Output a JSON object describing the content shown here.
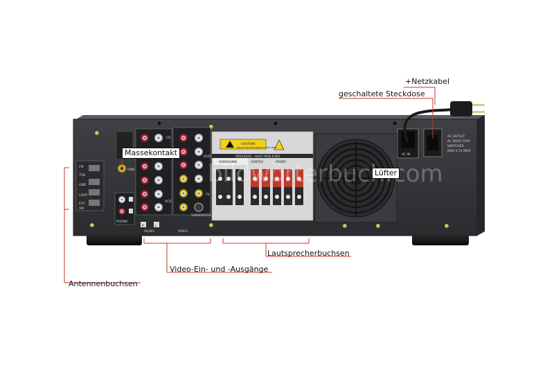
{
  "labels": {
    "netzkabel": "Netzkabel",
    "steckdose": "geschaltete Steckdose",
    "massekontakt": "Massekontakt",
    "luefter": "Lüfter",
    "lautsprecherbuchsen": "Lautsprecherbuchsen",
    "video": "Video-Ein- und -Ausgänge",
    "antennenbuchsen": "Antennenbuchsen"
  },
  "panel_text": {
    "cd": "CD",
    "vcr": "VCR",
    "tv": "TV",
    "phono": "PHONO",
    "gnd": "GND",
    "audio": "AUDIO",
    "video": "VIDEO",
    "dvd": "DVD",
    "subwoofer": "SUBWOOFER",
    "caution": "CAUTION",
    "caution_sub": "RISK OF ELECTRIC SHOCK DO NOT OPEN",
    "speakers": "SPEAKERS - HAUT-PARLEURS",
    "surround": "SURROUND",
    "center": "CENTER",
    "front": "FRONT",
    "ac_in": "AC IN",
    "ac_outlet": "AC OUTLET",
    "ac_outlet_spec1": "AC 60HZ 120V",
    "ac_outlet_spec2": "SWITCHED",
    "ac_outlet_spec3": "80W 0.7A MAX",
    "fm": "FM",
    "am": "AM",
    "loop": "LOOP",
    "ext": "EXT",
    "ohm": "75Ω",
    "r": "R",
    "l": "L"
  },
  "watermark": "bildwörterbuch.com"
}
